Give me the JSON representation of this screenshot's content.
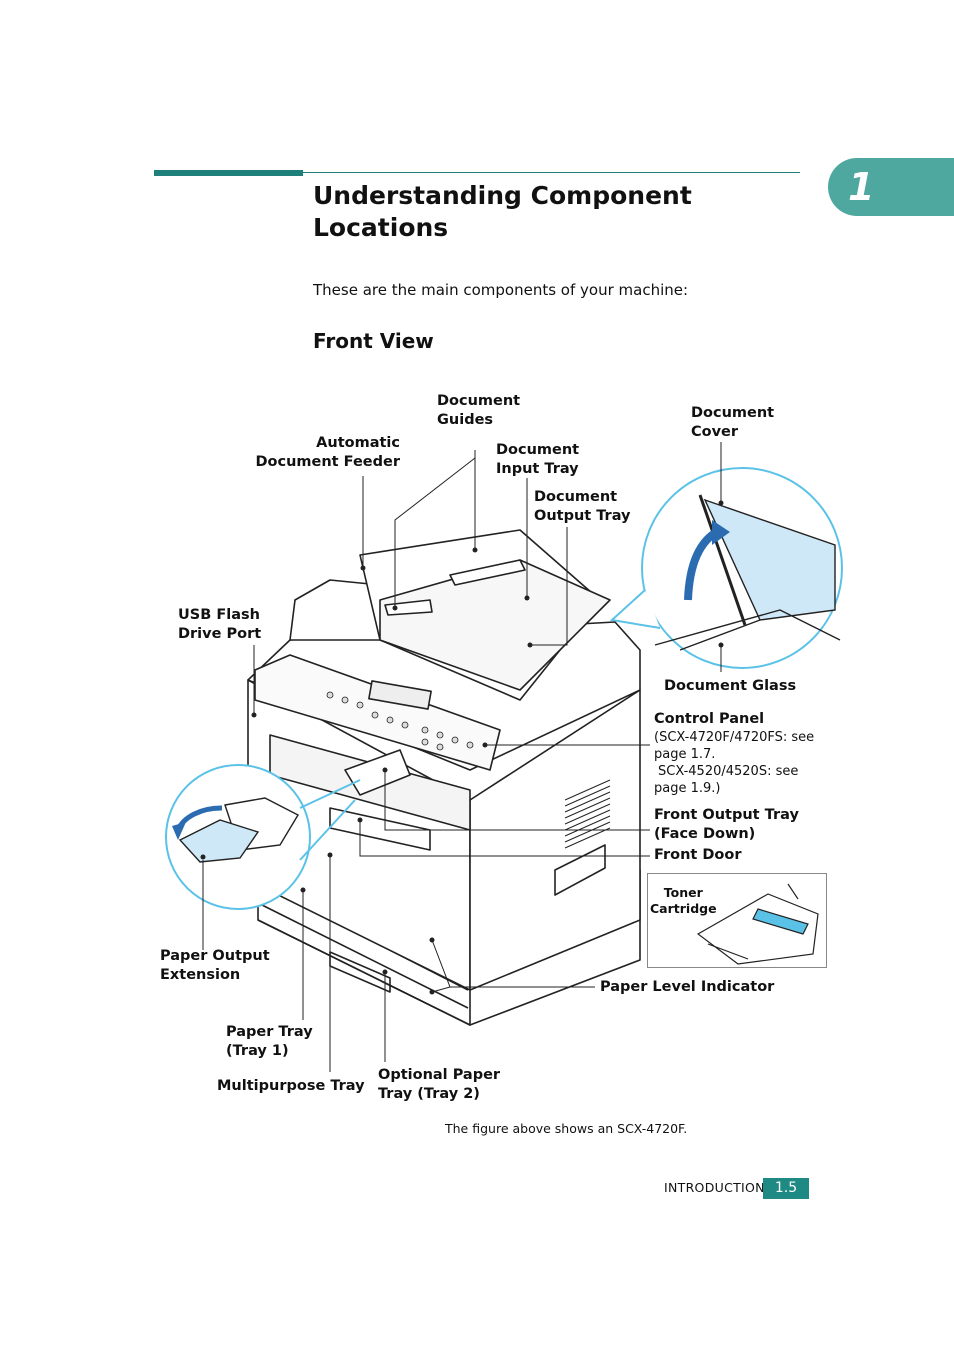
{
  "chapter": {
    "number": "1"
  },
  "heading": "Understanding Component Locations",
  "intro": "These are the main components of your machine:",
  "subheading": "Front View",
  "labels": {
    "document_guides": [
      "Document",
      "Guides"
    ],
    "automatic_document_feeder": [
      "Automatic",
      "Document Feeder"
    ],
    "document_input_tray": [
      "Document",
      "Input Tray"
    ],
    "document_output_tray": [
      "Document",
      "Output Tray"
    ],
    "document_cover": [
      "Document",
      "Cover"
    ],
    "usb_flash_drive_port": [
      "USB Flash",
      "Drive Port"
    ],
    "document_glass": "Document Glass",
    "control_panel": "Control Panel",
    "control_panel_note": [
      "(SCX-4720F/4720FS: see",
      "page 1.7.",
      "SCX-4520/4520S: see",
      "page 1.9.)"
    ],
    "front_output_tray": [
      "Front Output Tray",
      "(Face Down)"
    ],
    "front_door": "Front Door",
    "toner_cartridge": [
      "Toner",
      "Cartridge"
    ],
    "paper_output_extension": [
      "Paper Output",
      "Extension"
    ],
    "paper_level_indicator": "Paper Level Indicator",
    "paper_tray": [
      "Paper Tray",
      "(Tray 1)"
    ],
    "multipurpose_tray": "Multipurpose Tray",
    "optional_paper_tray": [
      "Optional Paper",
      "Tray (Tray 2)"
    ]
  },
  "caption": "The figure above shows an SCX-4720F.",
  "footer": {
    "section": "INTRODUCTION",
    "page": "1.5"
  },
  "colors": {
    "accent": "#1f7f7a",
    "tab": "#4fa8a0",
    "callout_circle": "#5bc2e7",
    "glass": "#cfe8f8"
  }
}
